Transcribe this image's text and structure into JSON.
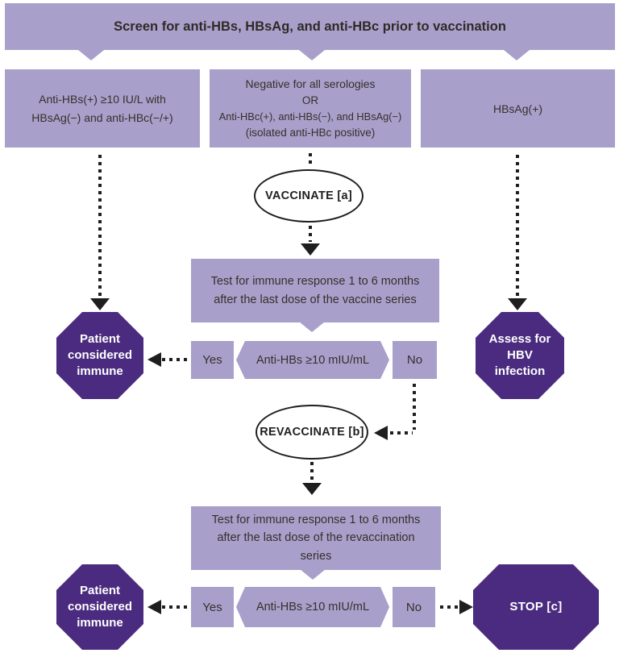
{
  "title": "Screen for anti-HBs, HBsAg, and anti-HBc prior to vaccination",
  "branches": {
    "immune_screen": "Anti-HBs(+) ≥10 IU/L with HBsAg(−) and anti-HBc(−/+)",
    "negative": {
      "line1": "Negative for all serologies",
      "line2": "OR",
      "line3": "Anti-HBc(+), anti-HBs(−), and HBsAg(−)",
      "line4": "(isolated anti-HBc positive)"
    },
    "hbsag_positive": "HBsAg(+)"
  },
  "steps": {
    "vaccinate": "VACCINATE [a]",
    "test_after_vaccine": "Test for immune response 1 to 6 months after the last dose of the vaccine series",
    "decision1": {
      "question": "Anti-HBs ≥10 mIU/mL",
      "yes": "Yes",
      "no": "No"
    },
    "revaccinate": "REVACCINATE [b]",
    "test_after_revaccination": "Test for immune response 1 to 6 months after the last dose of the revaccination series",
    "decision2": {
      "question": "Anti-HBs ≥10 mIU/mL",
      "yes": "Yes",
      "no": "No"
    }
  },
  "outcomes": {
    "immune1": "Patient considered immune",
    "assess_hbv": "Assess for HBV infection",
    "immune2": "Patient considered immune",
    "stop": "STOP [c]"
  },
  "colors": {
    "light_purple": "#a8a0ca",
    "dark_purple": "#4a2b7f",
    "arrow_black": "#1e1e1e",
    "text_dark": "#362f2b",
    "node_text_white": "#ffffff"
  }
}
